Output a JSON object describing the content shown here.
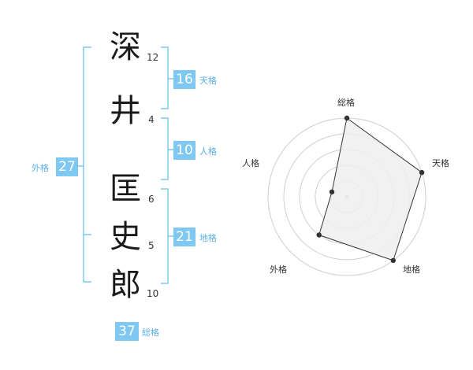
{
  "name": {
    "chars": [
      {
        "char": "深",
        "strokes": "12"
      },
      {
        "char": "井",
        "strokes": "4"
      },
      {
        "char": "匡",
        "strokes": "6"
      },
      {
        "char": "史",
        "strokes": "5"
      },
      {
        "char": "郎",
        "strokes": "10"
      }
    ]
  },
  "fortunes": {
    "tenkaku": {
      "value": "16",
      "label": "天格"
    },
    "jinkaku": {
      "value": "10",
      "label": "人格"
    },
    "chikaku": {
      "value": "21",
      "label": "地格"
    },
    "gaikaku": {
      "value": "27",
      "label": "外格"
    },
    "soukaku": {
      "value": "37",
      "label": "総格"
    }
  },
  "colors": {
    "accent": "#7ec8f2",
    "label": "#5ab0e8"
  },
  "chart_data": {
    "type": "radar",
    "axes": [
      "総格",
      "天格",
      "地格",
      "外格",
      "人格"
    ],
    "values": [
      5,
      5,
      5,
      3,
      1
    ],
    "max": 5,
    "rings": 5
  }
}
